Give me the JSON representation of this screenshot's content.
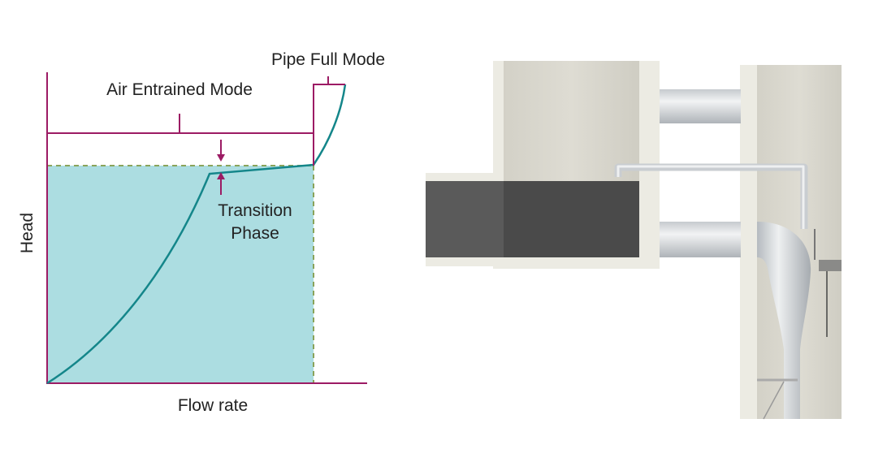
{
  "chart": {
    "y_axis_label": "Head",
    "x_axis_label": "Flow rate",
    "regions": {
      "air_entrained": "Air Entrained Mode",
      "pipe_full": "Pipe Full Mode",
      "transition_line1": "Transition",
      "transition_line2": "Phase"
    }
  },
  "colors": {
    "axis": "#9c1b64",
    "curve": "#14868a",
    "fill": "#acdde1",
    "dashed": "#8aa35a",
    "concrete": "#e4e2d8",
    "pipe": "#d9dcdf",
    "water": "#4d4d4d"
  }
}
